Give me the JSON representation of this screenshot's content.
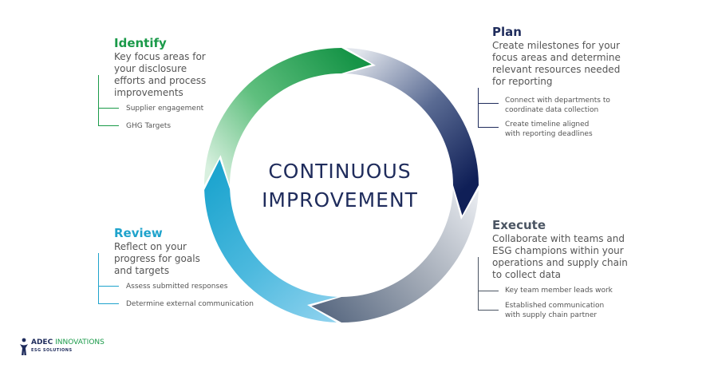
{
  "center": {
    "line1": "CONTINUOUS",
    "line2": "IMPROVEMENT"
  },
  "colors": {
    "identify": "#1a9a49",
    "plan": "#1f2c5c",
    "execute": "#4b5563",
    "review": "#1fa3cc"
  },
  "identify": {
    "title": "Identify",
    "desc": [
      "Key focus areas for",
      "your disclosure",
      "efforts and process",
      "improvements"
    ],
    "items": [
      "Supplier engagement",
      "GHG Targets"
    ]
  },
  "plan": {
    "title": "Plan",
    "desc": [
      "Create milestones for your",
      "focus areas and determine",
      "relevant resources needed",
      "for reporting"
    ],
    "items": [
      [
        "Connect with departments to",
        "coordinate data collection"
      ],
      [
        "Create timeline aligned",
        "with reporting deadlines"
      ]
    ]
  },
  "execute": {
    "title": "Execute",
    "desc": [
      "Collaborate with teams and",
      "ESG champions within your",
      "operations and supply chain",
      "to collect data"
    ],
    "items": [
      [
        "Key team member leads work"
      ],
      [
        "Established communication",
        "with supply chain partner"
      ]
    ]
  },
  "review": {
    "title": "Review",
    "desc": [
      "Reflect on your",
      "progress for goals",
      "and targets"
    ],
    "items": [
      "Assess submitted responses",
      "Determine external communication"
    ]
  },
  "logo": {
    "adec": "ADEC",
    "innov": "INNOVATIONS",
    "sub": "ESG SOLUTIONS"
  }
}
